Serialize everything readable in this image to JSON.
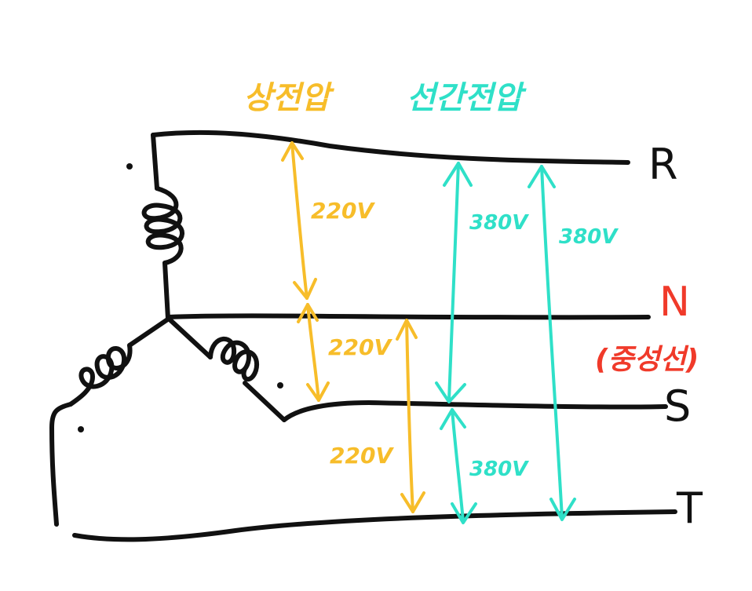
{
  "titles": {
    "phase_voltage": "상전압",
    "line_voltage": "선간전압"
  },
  "labels": {
    "r": "R",
    "n": "N",
    "neutral": "(중성선)",
    "s": "S",
    "t": "T"
  },
  "phase_values": {
    "rn": "220V",
    "ns": "220V",
    "nt": "220V"
  },
  "line_values": {
    "rs": "380V",
    "rt": "380V",
    "st": "380V"
  },
  "colors": {
    "wire": "#111111",
    "phase": "#f7bd2a",
    "line": "#2fe0c8",
    "neutral": "#f03a2a"
  }
}
